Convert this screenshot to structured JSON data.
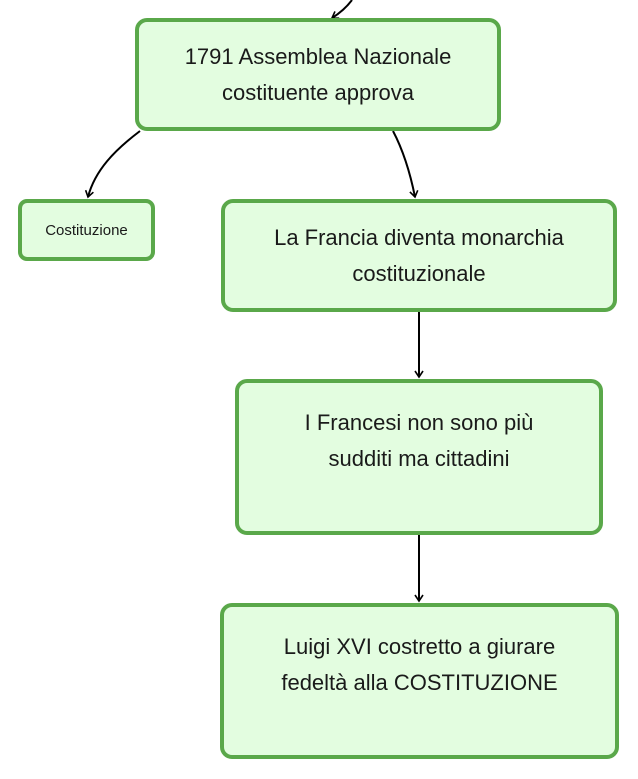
{
  "nodes": {
    "assemblea": "1791 Assemblea Nazionale\ncostituente approva",
    "costituzione": "Costituzione",
    "francia": "La Francia diventa monarchia\ncostituzionale",
    "cittadini": "I Francesi non sono più\nsudditi ma cittadini",
    "luigi": "Luigi XVI costretto a giurare\nfedeltà alla COSTITUZIONE"
  },
  "colors": {
    "node_fill": "#e3fde0",
    "node_border": "#5aa84a",
    "connector": "#000000"
  }
}
